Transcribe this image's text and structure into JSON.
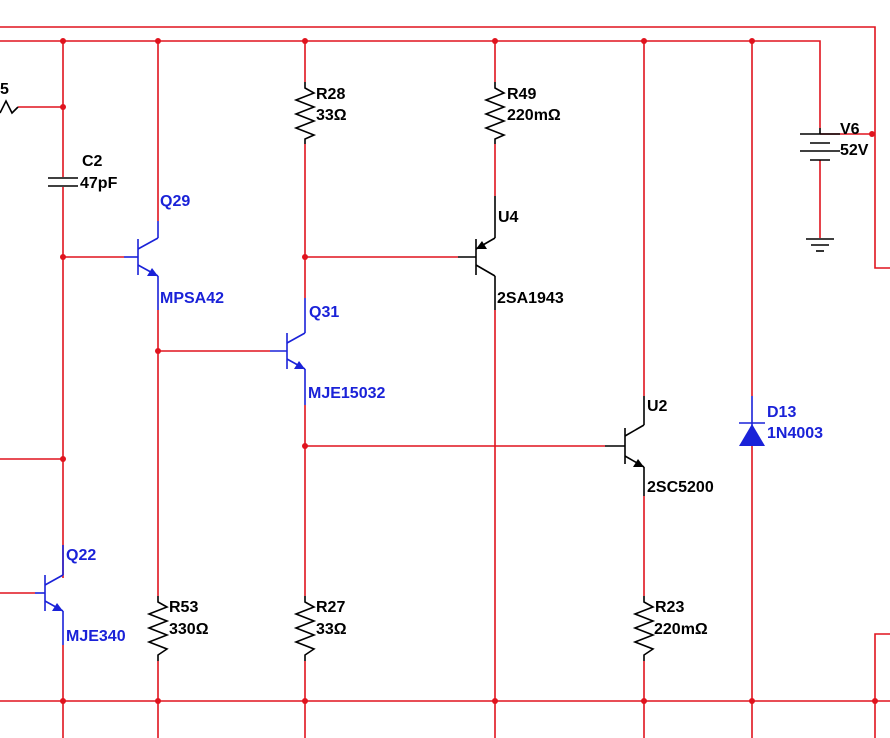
{
  "colors": {
    "wire": "#e0141e",
    "device": "#000000",
    "semiconductor": "#1a22d8"
  },
  "labels": {
    "partial_left": "5",
    "c2": {
      "ref": "C2",
      "value": "47pF"
    },
    "r28": {
      "ref": "R28",
      "value": "33Ω"
    },
    "r49": {
      "ref": "R49",
      "value": "220mΩ"
    },
    "v6": {
      "ref": "V6",
      "value": "52V"
    },
    "q29": {
      "ref": "Q29",
      "part": "MPSA42"
    },
    "u4": {
      "ref": "U4",
      "part": "2SA1943"
    },
    "q31": {
      "ref": "Q31",
      "part": "MJE15032"
    },
    "u2": {
      "ref": "U2",
      "part": "2SC5200"
    },
    "d13": {
      "ref": "D13",
      "part": "1N4003"
    },
    "q22": {
      "ref": "Q22",
      "part": "MJE340"
    },
    "r53": {
      "ref": "R53",
      "value": "330Ω"
    },
    "r27": {
      "ref": "R27",
      "value": "33Ω"
    },
    "r23": {
      "ref": "R23",
      "value": "220mΩ"
    }
  }
}
